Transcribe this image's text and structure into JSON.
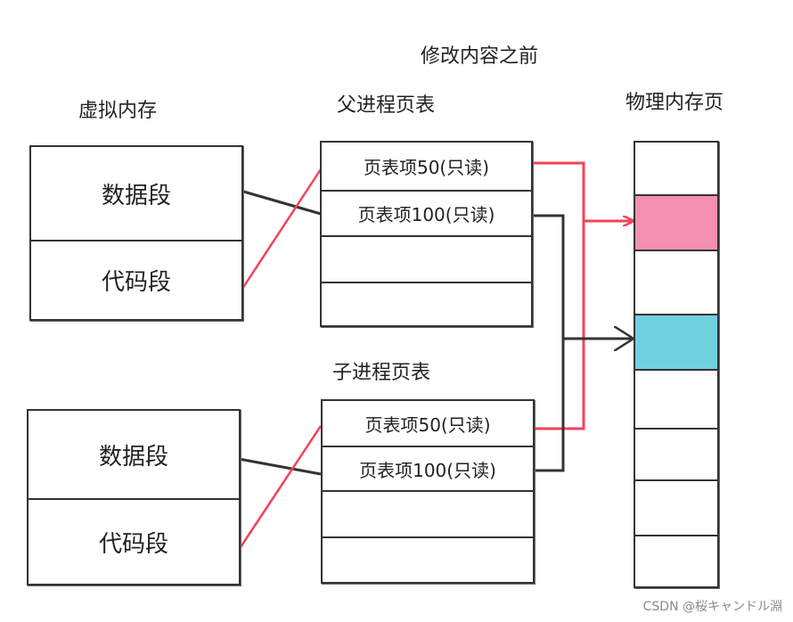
{
  "title": "修改内容之前",
  "virtual_memory": {
    "title": "虚拟内存",
    "parent_segments": [
      "数据段",
      "代码段"
    ],
    "child_segments": [
      "数据段",
      "代码段"
    ]
  },
  "parent_page_table": {
    "title": "父进程页表",
    "entries": [
      "页表项50(只读)",
      "页表项100(只读)",
      "",
      ""
    ]
  },
  "child_page_table": {
    "title": "子进程页表",
    "entries": [
      "页表项50(只读)",
      "页表项100(只读)",
      "",
      ""
    ]
  },
  "physical_memory": {
    "title": "物理内存页",
    "colors": {
      "page_50": "#f48fb1",
      "page_100": "#6fd0df"
    }
  },
  "colors": {
    "red_line": "#f2425b",
    "dark_line": "#333333"
  },
  "watermark": "CSDN @桜キャンドル淵"
}
